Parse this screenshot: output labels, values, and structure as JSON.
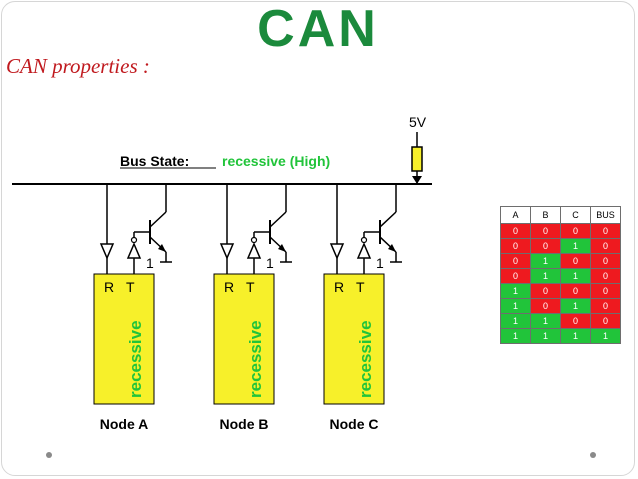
{
  "logo": {
    "text": "CAN"
  },
  "heading": "CAN properties :",
  "diagram": {
    "supply_label": "5V",
    "bus_state_prefix": "Bus State:",
    "bus_state_value": "recessive (High)",
    "nodes": [
      {
        "name": "Node A",
        "r_label": "R",
        "t_label": "T",
        "transmit_value": "1",
        "state": "recessive"
      },
      {
        "name": "Node B",
        "r_label": "R",
        "t_label": "T",
        "transmit_value": "1",
        "state": "recessive"
      },
      {
        "name": "Node C",
        "r_label": "R",
        "t_label": "T",
        "transmit_value": "1",
        "state": "recessive"
      }
    ]
  },
  "truth_table": {
    "headers": [
      "A",
      "B",
      "C",
      "BUS"
    ],
    "rows": [
      [
        "0",
        "0",
        "0",
        "0"
      ],
      [
        "0",
        "0",
        "1",
        "0"
      ],
      [
        "0",
        "1",
        "0",
        "0"
      ],
      [
        "0",
        "1",
        "1",
        "0"
      ],
      [
        "1",
        "0",
        "0",
        "0"
      ],
      [
        "1",
        "0",
        "1",
        "0"
      ],
      [
        "1",
        "1",
        "0",
        "0"
      ],
      [
        "1",
        "1",
        "1",
        "1"
      ]
    ]
  },
  "colors": {
    "heading": "#c0191e",
    "logo": "#1b8a3c",
    "recessive": "#21c43a",
    "dominant": "#ee1a1f",
    "node_fill": "#f7f02a"
  }
}
